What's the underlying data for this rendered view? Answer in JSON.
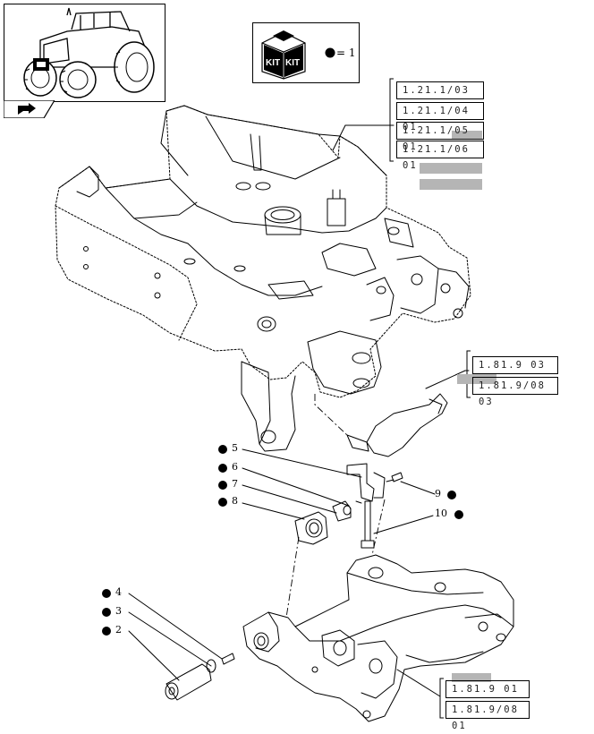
{
  "kit_legend": {
    "kit_label_1": "KIT",
    "kit_label_2": "KIT",
    "equals": "= 1"
  },
  "references": {
    "group_a": [
      "1.21.1/03 01",
      "1.21.1/04 01",
      "1.21.1/05 01",
      "1.21.1/06 01"
    ],
    "group_b": [
      "1.81.9 03",
      "1.81.9/08 03"
    ],
    "group_c": [
      "1.81.9 01",
      "1.81.9/08 01"
    ]
  },
  "callouts": {
    "c2": "2",
    "c3": "3",
    "c4": "4",
    "c5": "5",
    "c6": "6",
    "c7": "7",
    "c8": "8",
    "c9": "9",
    "c10": "10"
  },
  "colors": {
    "line": "#000000",
    "highlight": "#b5b5b5"
  }
}
